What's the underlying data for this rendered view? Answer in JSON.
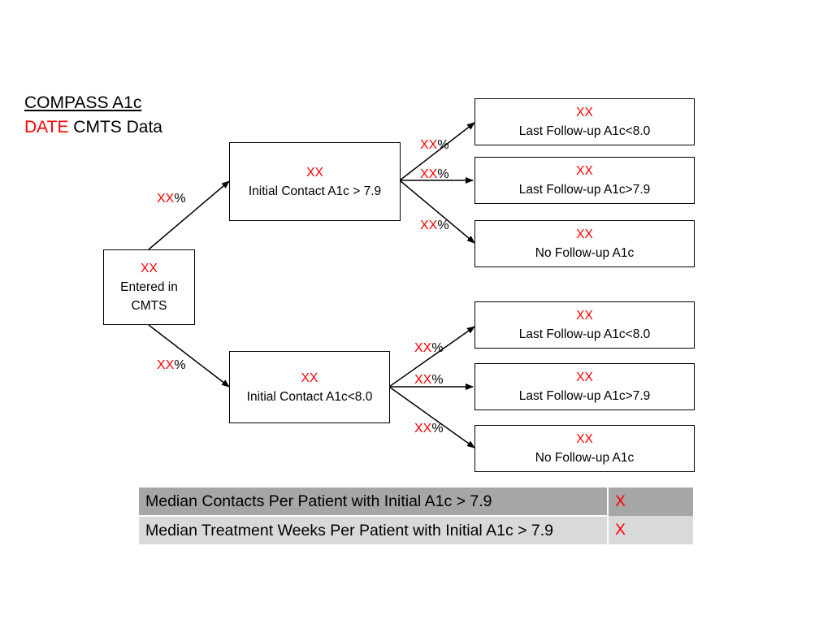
{
  "title": {
    "line1": "COMPASS A1c",
    "date": "DATE",
    "rest": "CMTS Data"
  },
  "colors": {
    "highlight": "#ff0000",
    "row1_bg": "#a6a6a6",
    "row2_bg": "#d9d9d9"
  },
  "root": {
    "count": "XX",
    "label_line1": "Entered in",
    "label_line2": "CMTS"
  },
  "branches": [
    {
      "percent": "XX",
      "pct_sign": "%",
      "node": {
        "count": "XX",
        "label": "Initial Contact A1c > 7.9"
      },
      "children": [
        {
          "percent": "XX",
          "pct_sign": "%",
          "count": "XX",
          "label": "Last Follow-up A1c<8.0"
        },
        {
          "percent": "XX",
          "pct_sign": "%",
          "count": "XX",
          "label": "Last Follow-up A1c>7.9"
        },
        {
          "percent": "XX",
          "pct_sign": "%",
          "count": "XX",
          "label": "No Follow-up A1c"
        }
      ]
    },
    {
      "percent": "XX",
      "pct_sign": "%",
      "node": {
        "count": "XX",
        "label": "Initial Contact A1c<8.0"
      },
      "children": [
        {
          "percent": "XX",
          "pct_sign": "%",
          "count": "XX",
          "label": "Last Follow-up A1c<8.0"
        },
        {
          "percent": "XX",
          "pct_sign": "%",
          "count": "XX",
          "label": "Last Follow-up A1c>7.9"
        },
        {
          "percent": "XX",
          "pct_sign": "%",
          "count": "XX",
          "label": "No Follow-up A1c"
        }
      ]
    }
  ],
  "summary_table": [
    {
      "label": "Median Contacts Per Patient with Initial A1c > 7.9",
      "value": "X"
    },
    {
      "label": "Median Treatment Weeks Per Patient with Initial A1c > 7.9",
      "value": "X"
    }
  ]
}
